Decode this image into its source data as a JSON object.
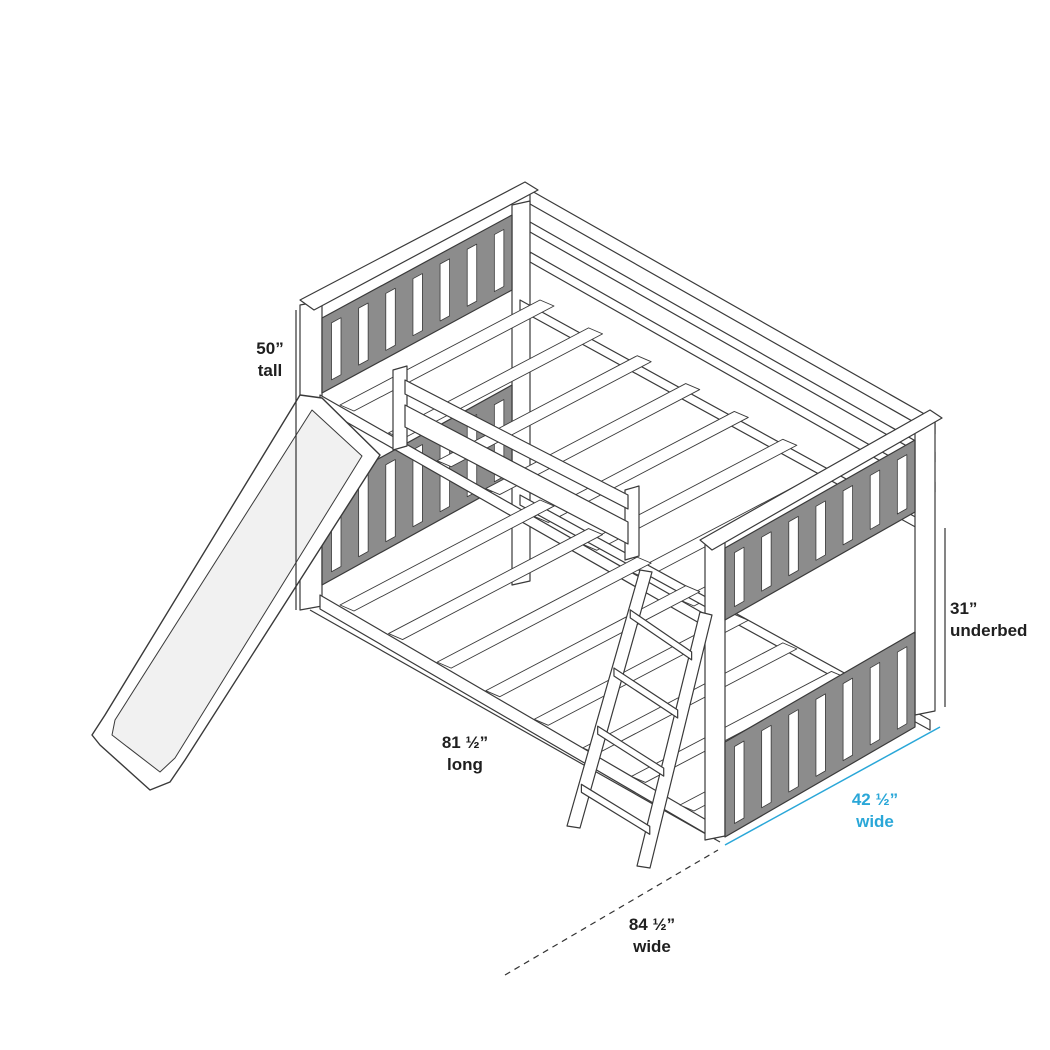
{
  "dimensions": {
    "height": {
      "value": "50”",
      "caption": "tall"
    },
    "underbed": {
      "value": "31”",
      "caption": "underbed"
    },
    "length": {
      "value": "81 ½”",
      "caption": "long"
    },
    "width": {
      "value": "42 ½”",
      "caption": "wide"
    },
    "overall_width": {
      "value": "84 ½”",
      "caption": "wide"
    }
  },
  "colors": {
    "highlight_dimension": "#2aa7d8",
    "text": "#1f1f1f",
    "panel": "#8c8c8c",
    "line": "#3a3a3a"
  }
}
